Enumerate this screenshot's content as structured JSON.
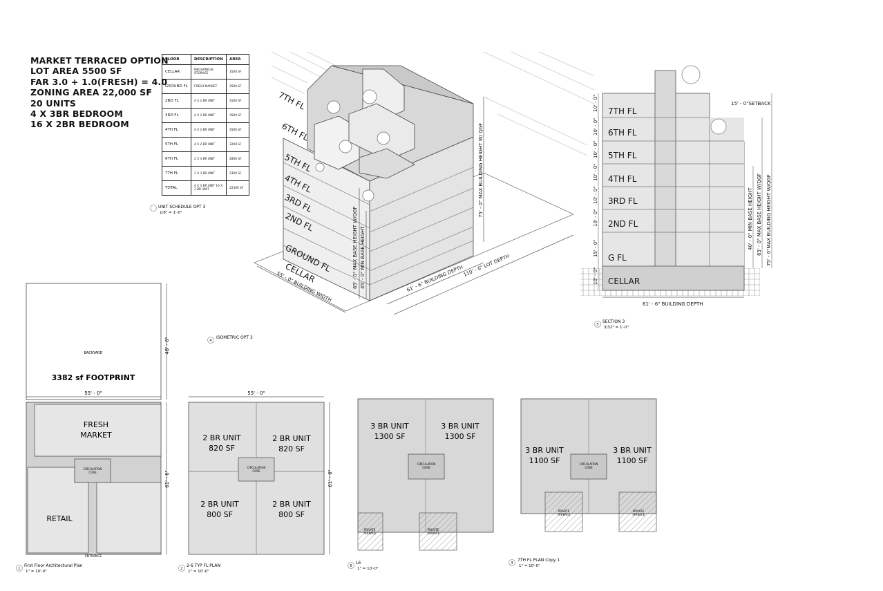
{
  "summary": {
    "lines": [
      "MARKET TERRACED OPTION",
      "LOT AREA 5500 SF",
      "FAR 3.0 + 1.0(FRESH) = 4.0",
      "ZONING AREA 22,000 SF",
      "20 UNITS",
      "4 X 3BR BEDROOM",
      "16 X 2BR BEDROOM"
    ]
  },
  "schedule": {
    "headers": [
      "FLOOR",
      "DESCRIPTION",
      "AREA"
    ],
    "rows": [
      [
        "CELLAR",
        "MECHANICAL STORAGE",
        "3500 SF"
      ],
      [
        "GROUND FL",
        "FRESH MARKET",
        "3500 SF"
      ],
      [
        "2ND FL",
        "4 X 2 BR UNIT",
        "3500 SF"
      ],
      [
        "3RD FL",
        "4 X 2 BR UNIT",
        "3500 SF"
      ],
      [
        "4TH FL",
        "4 X 2 BR UNIT",
        "3500 SF"
      ],
      [
        "5TH FL",
        "4 X 2 BR UNIT",
        "3200 SF"
      ],
      [
        "6TH FL",
        "2 X 3 BR UNIT",
        "2800 SF"
      ],
      [
        "7TH FL",
        "2 X 3 BR UNIT",
        "2300 SF"
      ],
      [
        "TOTAL",
        "4 X 3 BR UNIT 16 X 2 BR UNIT",
        "22300 SF"
      ]
    ],
    "caption": "UNIT SCHEDULE OPT 3",
    "scale": "1/8\" = 1'-0\""
  },
  "isometric": {
    "floors": [
      "7TH FL",
      "6TH FL",
      "5TH FL",
      "4TH FL",
      "3RD FL",
      "2ND FL",
      "GROUND FL",
      "CELLAR"
    ],
    "dim_max_height": "75' - 0\" MAX BUILDING HEIGHT W/ QGF",
    "dim_max_base": "65' - 0\" MAX BASE HEIGHT W/QGF",
    "dim_min_base": "45' - 0\" MIN BASE HEIGHT",
    "dim_building_depth": "61' - 6\" BUILDING DEPTH",
    "dim_lot_depth": "110' - 0\" LOT DEPTH",
    "dim_building_width": "55' - 0\" BUILDING WIDTH",
    "caption_num": "4",
    "caption": "ISOMETRIC OPT 3"
  },
  "section": {
    "floors": [
      "7TH FL",
      "6TH FL",
      "5TH FL",
      "4TH FL",
      "3RD FL",
      "2ND FL",
      "G FL",
      "CELLAR"
    ],
    "heights": [
      "10' - 0\"",
      "10' - 0\"",
      "10' - 0\"",
      "10' - 0\"",
      "10' - 0\"",
      "10' - 0\"",
      "15' - 0\"",
      "10' - 0\""
    ],
    "setback": "15' - 0\"SETBACK",
    "dim_min_base": "40' - 0\" MIN BASE HEIGHT",
    "dim_max_base": "65' - 0\" MAX BASE HEIGHT W/QGF",
    "dim_max_height": "75' - 0\"MAX BUILDING HEIGHT W/QGF",
    "depth": "61' - 6\" BUILDING DEPTH",
    "caption_num": "5",
    "caption": "SECTION 3",
    "scale": "3/32\" = 1'-0\""
  },
  "plan1": {
    "backyard": "BACKYARD",
    "footprint": "3382 sf FOOTPRINT",
    "dim_width": "55' - 0\"",
    "dim_yard": "48' - 6\"",
    "dim_depth": "61' - 6\"",
    "fresh": "FRESH\nMARKET",
    "retail": "RETAIL",
    "core": "CIRCULATION\nCORE",
    "entrance": "ENTRANCE",
    "caption_num": "1",
    "caption": "First Floor Architectural Plan",
    "scale": "1\" = 10'-0\""
  },
  "plan2": {
    "dim_width": "55' - 0\"",
    "dim_depth": "61' - 6\"",
    "units": [
      {
        "name": "2 BR UNIT",
        "area": "820 SF"
      },
      {
        "name": "2 BR UNIT",
        "area": "820 SF"
      },
      {
        "name": "2 BR UNIT",
        "area": "800 SF"
      },
      {
        "name": "2 BR UNIT",
        "area": "800 SF"
      }
    ],
    "core": "CIRCULATION\nCORE",
    "caption_num": "2",
    "caption": "2-6 TYP FL PLAN",
    "scale": "1\" = 10'-0\""
  },
  "plan3": {
    "units": [
      {
        "name": "3 BR UNIT",
        "area": "1300 SF"
      },
      {
        "name": "3 BR UNIT",
        "area": "1300 SF"
      }
    ],
    "core": "CIRCULATION\nCORE",
    "terrace": "PRIVATE\nTERRACE",
    "caption_num": "6",
    "caption": "L6",
    "scale": "1\" = 10'-0\""
  },
  "plan4": {
    "units": [
      {
        "name": "3 BR UNIT",
        "area": "1100 SF"
      },
      {
        "name": "3 BR UNIT",
        "area": "1100 SF"
      }
    ],
    "core": "CIRCULATION\nCORE",
    "terrace": "PRIVATE\nTERRACE",
    "caption_num": "3",
    "caption": "7TH FL PLAN Copy 1",
    "scale": "1\" = 10'-0\""
  }
}
